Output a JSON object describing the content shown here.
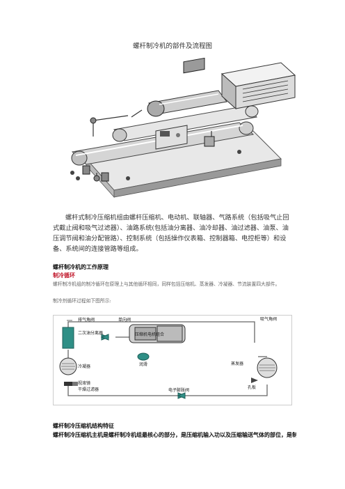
{
  "doc": {
    "title": "螺杆制冷机的部件及流程图",
    "intro": "螺杆式制冷压缩机组由螺杆压缩机、电动机、联轴器、气路系统（包括吸气止回式截止阀和吸气过滤器）、油路系统(包括油分离器、油冷却器、油过滤器、油泵、油压调节阀和油分配管路）、控制系统（包括操作仪表箱、控制器箱、电控柜等）和设备、系统间的连接管路等组成。",
    "section1": "螺杆制冷机的工作原理",
    "section1_sub": "制冷循环",
    "section1_body": "螺杆制冷机组的制冷循环在原理上与其他循环相同，同样包括压缩机、蒸发器、冷凝器、节流装置四大部件。",
    "section1_body2": "制冷剂循环过程如下图所示:",
    "section2": "螺杆制冷压缩机结构特征",
    "section2_body": "螺杆制冷压缩机主机是螺杆制冷机组最核心的部分，是压缩机输入功以及压缩输送气体的部位，是制冷系"
  },
  "diagram": {
    "labels": {
      "exhaust_check": "排气角阀",
      "check_valve": "单向阀",
      "oil_separator": "二次油分离器",
      "compressor_motor": "压缩机电机组合",
      "suction_valve": "吸气角阀",
      "condenser": "冷凝器",
      "filter_dryer": "干燥过滤器",
      "evaporator": "蒸发器",
      "oil": "润滑",
      "expansion": "电子膨胀阀",
      "throttle": "孔板",
      "sight": "视液镜"
    }
  }
}
